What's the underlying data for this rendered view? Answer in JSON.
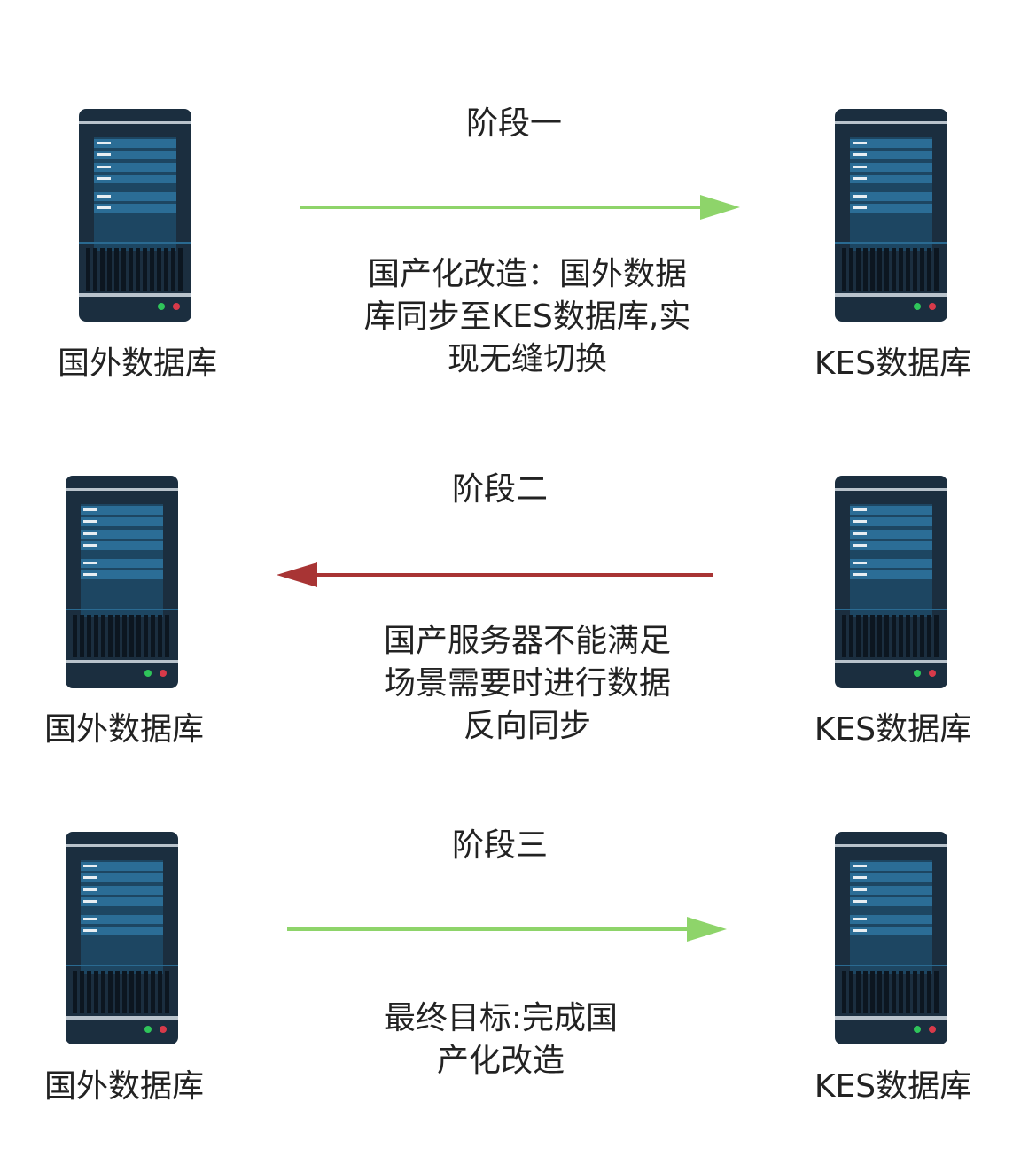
{
  "stages": [
    {
      "title": "阶段一",
      "left_label": "国外数据库",
      "right_label": "KES数据库",
      "description": "国产化改造：国外数据\n库同步至KES数据库,实\n现无缝切换",
      "direction": "right",
      "arrow_color": "#8ed46a"
    },
    {
      "title": "阶段二",
      "left_label": "国外数据库",
      "right_label": "KES数据库",
      "description": "国产服务器不能满足\n场景需要时进行数据\n反向同步",
      "direction": "left",
      "arrow_color": "#a83434"
    },
    {
      "title": "阶段三",
      "left_label": "国外数据库",
      "right_label": "KES数据库",
      "description": "最终目标:完成国\n产化改造",
      "direction": "right",
      "arrow_color": "#8ed46a"
    }
  ],
  "icons": {
    "server": "server-icon"
  },
  "colors": {
    "server_body": "#1b2e3f",
    "server_panel": "#1f5f86",
    "led_green": "#2fc55a",
    "led_red": "#d83a4a"
  }
}
